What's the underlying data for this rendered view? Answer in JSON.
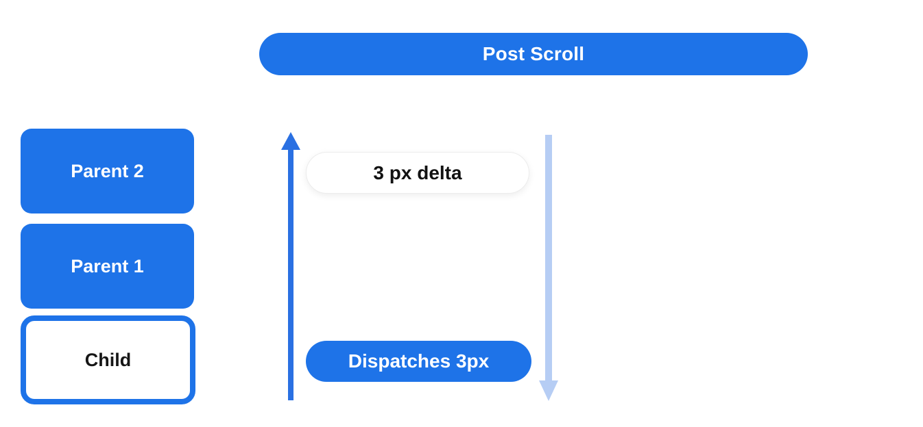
{
  "diagram": {
    "banner": {
      "label": "Post Scroll"
    },
    "nodes": [
      {
        "id": "parent-2",
        "label": "Parent 2",
        "style": "filled"
      },
      {
        "id": "parent-1",
        "label": "Parent 1",
        "style": "filled"
      },
      {
        "id": "child",
        "label": "Child",
        "style": "outlined"
      }
    ],
    "annotations": [
      {
        "id": "delta-pill",
        "label": "3 px delta",
        "style": "white-pill"
      },
      {
        "id": "dispatch-pill",
        "label": "Dispatches 3px",
        "style": "blue-pill"
      }
    ],
    "arrows": [
      {
        "id": "scroll-up-arrow",
        "direction": "up",
        "color": "#2a70e2"
      },
      {
        "id": "dispatch-down-arrow",
        "direction": "down",
        "color": "#b6cdf4"
      }
    ],
    "colors": {
      "primary_blue": "#1e73e8",
      "arrow_blue": "#2a70e2",
      "light_blue": "#b6cdf4",
      "text_on_blue": "#ffffff",
      "text_dark": "#161616",
      "pill_border": "#ececec",
      "background": "#ffffff"
    }
  }
}
